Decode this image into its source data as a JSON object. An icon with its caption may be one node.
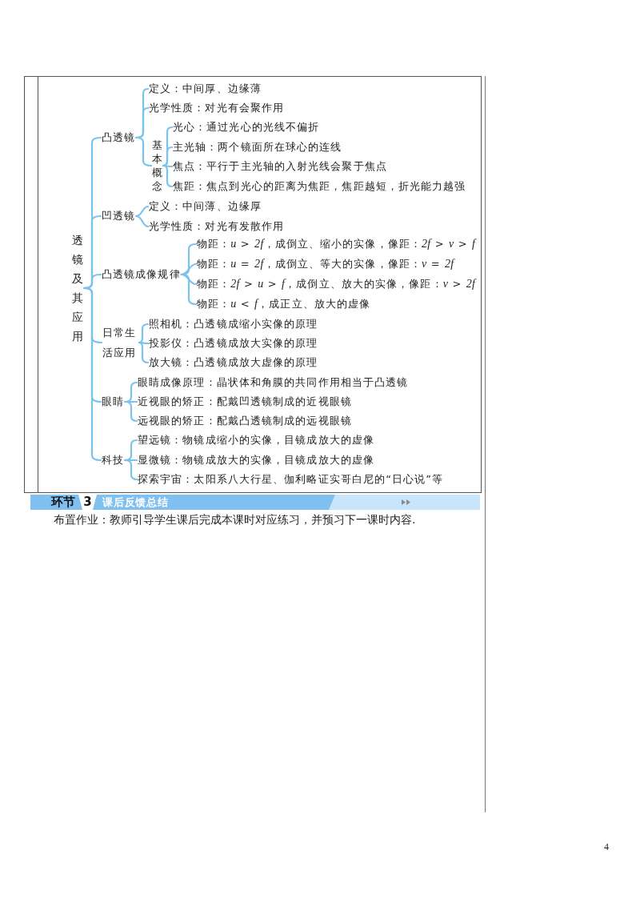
{
  "diagram": {
    "nodes": [
      {
        "text": [
          "透镜及其应用"
        ]
      },
      {
        "text": [
          "凸透镜"
        ]
      },
      {
        "text": [
          "定义：中间厚、边缘薄"
        ]
      },
      {
        "text": [
          "光学性质：对光有会聚作用"
        ]
      },
      {
        "text": [
          "基本概念"
        ]
      },
      {
        "text": [
          "光心：通过光心的光线不偏折"
        ]
      },
      {
        "text": [
          "主光轴：两个镜面所在球心的连线"
        ]
      },
      {
        "text": [
          "焦点：平行于主光轴的入射光线会聚于焦点"
        ]
      },
      {
        "text": [
          "焦距：焦点到光心的距离为焦距，焦距越短，折光能力越强"
        ]
      },
      {
        "text": [
          "凹透镜"
        ]
      },
      {
        "text": [
          "定义：中间薄、边缘厚"
        ]
      },
      {
        "text": [
          "光学性质：对光有发散作用"
        ]
      },
      {
        "text": [
          "凸透镜成像规律"
        ]
      },
      {
        "text": [
          "物距：*u* > *2f*，成倒立、缩小的实像，像距：*2f* > *v* > *f*"
        ]
      },
      {
        "text": [
          "物距：*u* = *2f*，成倒立、等大的实像，像距：*v* = *2f*"
        ]
      },
      {
        "text": [
          "物距：*2f* > *u* > *f*，成倒立、放大的实像，像距：*v* > *2f*"
        ]
      },
      {
        "text": [
          "物距：*u* < *f*，成正立、放大的虚像"
        ]
      },
      {
        "text": [
          "日常生活应用"
        ]
      },
      {
        "text": [
          "照相机：凸透镜成缩小实像的原理"
        ]
      },
      {
        "text": [
          "投影仪：凸透镜成放大实像的原理"
        ]
      },
      {
        "text": [
          "放大镜：凸透镜成放大虚像的原理"
        ]
      },
      {
        "text": [
          "眼睛"
        ]
      },
      {
        "text": [
          "眼睛成像原理：晶状体和角膜的共同作用相当于凸透镜"
        ]
      },
      {
        "text": [
          "近视眼的矫正：配戴凹透镜制成的近视眼镜"
        ]
      },
      {
        "text": [
          "远视眼的矫正：配戴凸透镜制成的远视眼镜"
        ]
      },
      {
        "text": [
          "科技"
        ]
      },
      {
        "text": [
          "望远镜：物镜成缩小的实像，目镜成放大的虚像"
        ]
      },
      {
        "text": [
          "显微镜：物镜成放大的实像，目镜成放大的虚像"
        ]
      },
      {
        "text": [
          "探索宇宙：太阳系八大行星、伽利略证实哥白尼的“日心说”等"
        ]
      },
      {
        "text": [
          "环节",
          "3",
          "课后反馈总结"
        ]
      }
    ],
    "edges": [
      {
        "from": 0,
        "to": 1,
        "arrow": "none"
      },
      {
        "from": 0,
        "to": 9,
        "arrow": "none"
      },
      {
        "from": 0,
        "to": 12,
        "arrow": "none"
      },
      {
        "from": 0,
        "to": 17,
        "arrow": "none"
      },
      {
        "from": 0,
        "to": 21,
        "arrow": "none"
      },
      {
        "from": 0,
        "to": 25,
        "arrow": "none"
      },
      {
        "from": 1,
        "to": 2,
        "arrow": "none"
      },
      {
        "from": 1,
        "to": 3,
        "arrow": "none"
      },
      {
        "from": 1,
        "to": 4,
        "arrow": "none"
      },
      {
        "from": 4,
        "to": 5,
        "arrow": "none"
      },
      {
        "from": 4,
        "to": 6,
        "arrow": "none"
      },
      {
        "from": 4,
        "to": 7,
        "arrow": "none"
      },
      {
        "from": 4,
        "to": 8,
        "arrow": "none"
      },
      {
        "from": 9,
        "to": 10,
        "arrow": "none"
      },
      {
        "from": 9,
        "to": 11,
        "arrow": "none"
      },
      {
        "from": 12,
        "to": 13,
        "arrow": "none"
      },
      {
        "from": 12,
        "to": 14,
        "arrow": "none"
      },
      {
        "from": 12,
        "to": 15,
        "arrow": "none"
      },
      {
        "from": 12,
        "to": 16,
        "arrow": "none"
      },
      {
        "from": 17,
        "to": 18,
        "arrow": "none"
      },
      {
        "from": 17,
        "to": 19,
        "arrow": "none"
      },
      {
        "from": 17,
        "to": 20,
        "arrow": "none"
      },
      {
        "from": 21,
        "to": 22,
        "arrow": "none"
      },
      {
        "from": 21,
        "to": 23,
        "arrow": "none"
      },
      {
        "from": 21,
        "to": 24,
        "arrow": "none"
      },
      {
        "from": 25,
        "to": 26,
        "arrow": "none"
      },
      {
        "from": 25,
        "to": 27,
        "arrow": "none"
      },
      {
        "from": 25,
        "to": 28,
        "arrow": "none"
      }
    ],
    "labels": [
      "布置作业：教师引导学生课后完成本课时对应练习，并预习下一课时内容.",
      "4"
    ]
  }
}
